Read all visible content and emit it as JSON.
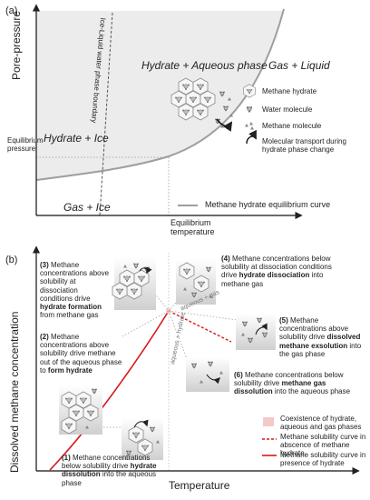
{
  "panel_a": {
    "label": "(a)",
    "y_axis": "Pore-pressure",
    "regions": {
      "hydrate_aqueous": "Hydrate + Aqueous phase",
      "gas_liquid": "Gas + Liquid",
      "hydrate_ice": "Hydrate + Ice",
      "gas_ice": "Gas + Ice"
    },
    "boundary_label": "Ice-Liquid water phase boundary",
    "eq_pressure": "Equilibrium pressure",
    "eq_temperature": "Equilibrium temperature",
    "legend": {
      "methane_hydrate": "Methane hydrate",
      "water_molecule": "Water molecule",
      "methane_molecule": "Methane molecule",
      "molecular_transport": "Molecular transport during hydrate phase change",
      "eq_curve": "Methane hydrate equilibrium curve"
    }
  },
  "panel_b": {
    "label": "(b)",
    "y_axis": "Dissolved methane concentration",
    "x_axis": "Temperature",
    "curve_label_1": "aqueous + hydrate",
    "curve_label_2": "aqueous + gas",
    "ann3": {
      "pre": "Methane concentrations above solubility at dissociation conditions drive ",
      "b1": "hydrate formation",
      "post": " from methane gas",
      "num": "(3)"
    },
    "ann2": {
      "pre": "Methane concentrations above solubility drive methane out of the aqueous phase to ",
      "b1": "form hydrate",
      "num": "(2)"
    },
    "ann1": {
      "pre": "Methane concentrations below solubility drive ",
      "b1": "hydrate dissolution",
      "post": " into the aqueous phase",
      "num": "(1)"
    },
    "ann4": {
      "pre": "Methane concentrations below solubility at dissociation conditions drive ",
      "b1": "hydrate dissociation",
      "post": " into methane gas",
      "num": "(4)"
    },
    "ann5": {
      "pre": "Methane concentrations above solubility drive ",
      "b1": "dissolved methane exsolution",
      "post": " into the gas phase",
      "num": "(5)"
    },
    "ann6": {
      "pre": "Methane concentrations below solubility drive ",
      "b1": "methane gas dissolution",
      "post": " into the aqueous phase",
      "num": "(6)"
    },
    "legend": {
      "coexistence": "Coexistence of hydrate, aqueous and gas phases",
      "absence": "Methane solubility curve in abscence of methane hydrate",
      "presence": "Methane solubility curve in presence of hydrate"
    }
  },
  "colors": {
    "curve_red": "#d7191c",
    "coexist_pink": "#f4c9c9",
    "eq_curve_gray": "#9e9e9e",
    "fill_gray": "#ececec"
  }
}
